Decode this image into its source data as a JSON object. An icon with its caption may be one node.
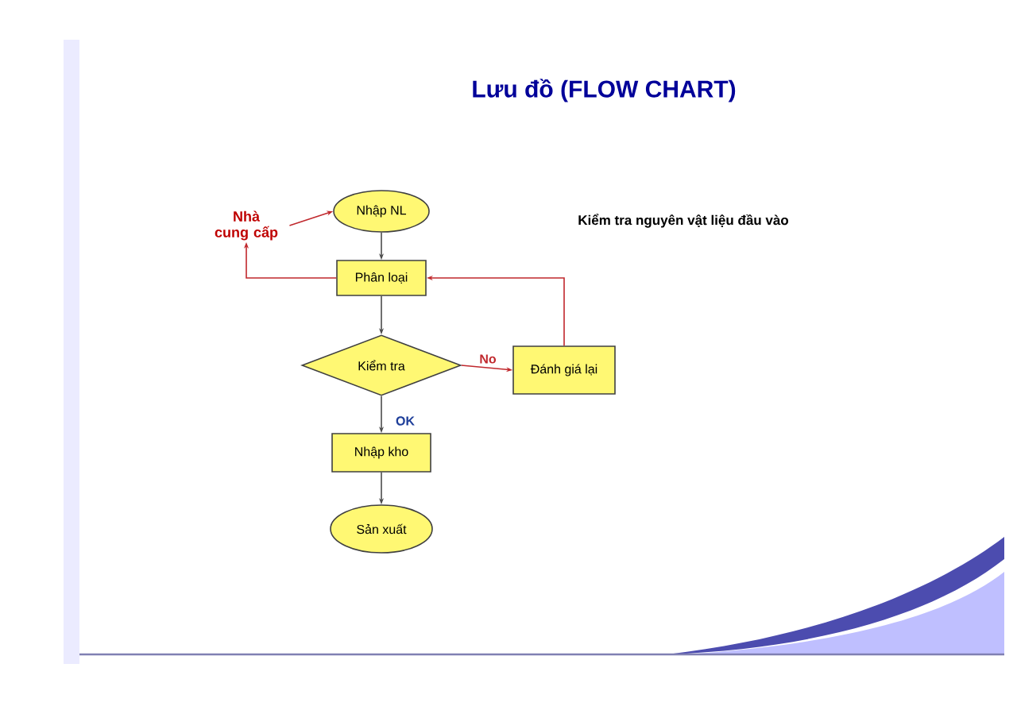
{
  "diagram": {
    "title": "Lưu đồ (FLOW CHART)",
    "nodes": [
      {
        "text": [
          "Nhà cung cấp"
        ]
      },
      {
        "text": [
          "Nhập NL"
        ]
      },
      {
        "text": [
          "Phân loại"
        ]
      },
      {
        "text": [
          "Kiểm tra"
        ]
      },
      {
        "text": [
          "Đánh giá lại"
        ]
      },
      {
        "text": [
          "Nhập kho"
        ]
      },
      {
        "text": [
          "Sản xuất"
        ]
      }
    ],
    "edges": [
      {
        "from": 0,
        "to": 1,
        "arrow": "to",
        "color": "#c0282d"
      },
      {
        "from": 1,
        "to": 2,
        "arrow": "to",
        "color": "#4c4c4c"
      },
      {
        "from": 2,
        "to": 0,
        "arrow": "to",
        "color": "#c0282d"
      },
      {
        "from": 2,
        "to": 3,
        "arrow": "to",
        "color": "#4c4c4c"
      },
      {
        "from": 3,
        "to": 4,
        "arrow": "to",
        "label": "No",
        "color": "#c0282d"
      },
      {
        "from": 4,
        "to": 2,
        "arrow": "to",
        "color": "#c0282d"
      },
      {
        "from": 3,
        "to": 5,
        "arrow": "to",
        "label": "OK",
        "color": "#4c4c4c"
      },
      {
        "from": 5,
        "to": 6,
        "arrow": "to",
        "color": "#4c4c4c"
      }
    ],
    "labels": [
      "Kiểm tra nguyên vật liệu đầu vào"
    ]
  }
}
